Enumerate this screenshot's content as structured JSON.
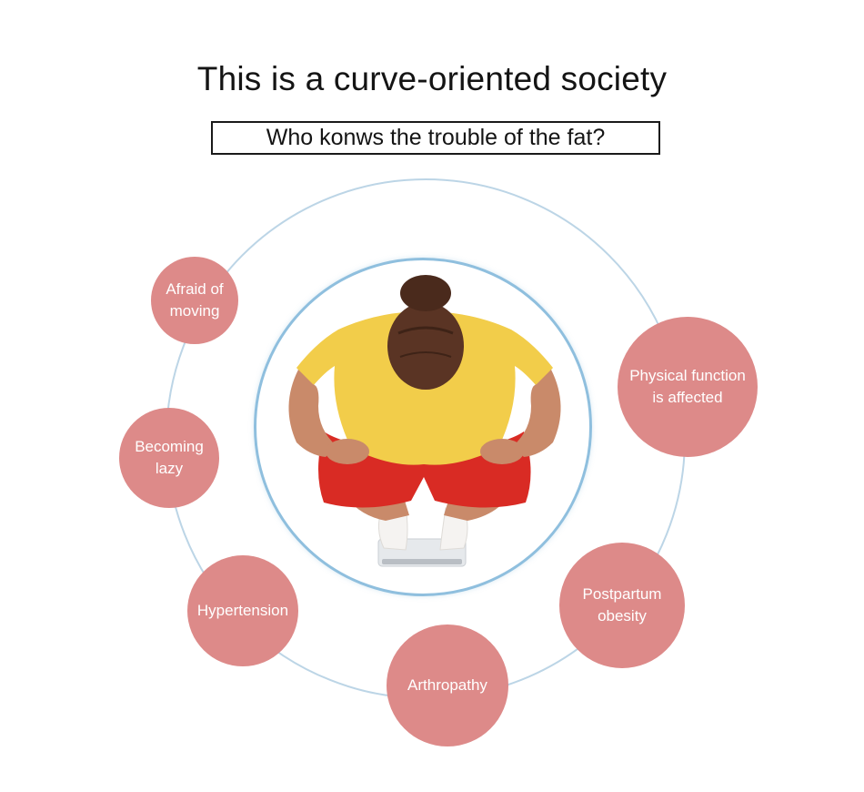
{
  "header": {
    "title": "This is a curve-oriented society",
    "subtitle": "Who konws the trouble of the fat?"
  },
  "bubbles": [
    {
      "label": "Afraid of moving"
    },
    {
      "label": "Becoming lazy"
    },
    {
      "label": "Hypertension"
    },
    {
      "label": "Physical function is affected"
    },
    {
      "label": "Postpartum obesity"
    },
    {
      "label": "Arthropathy"
    }
  ],
  "colors": {
    "bubble": "#dd8a89",
    "outer_ring": "#bcd5e6",
    "inner_ring": "#8fbfde",
    "shirt": "#f2cd4a",
    "shorts": "#d92b24"
  },
  "illustration": {
    "icon": "person-on-scale-icon"
  }
}
